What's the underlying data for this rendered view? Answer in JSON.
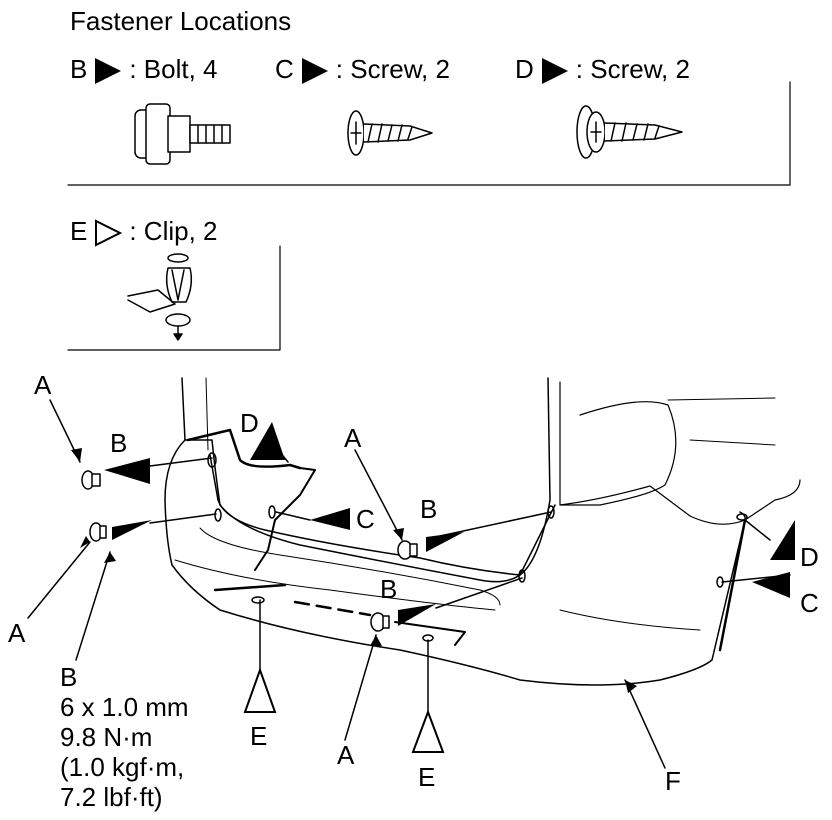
{
  "header": {
    "title": "Fastener Locations"
  },
  "legend": {
    "b": {
      "letter": "B",
      "text": ": Bolt, 4"
    },
    "c": {
      "letter": "C",
      "text": ": Screw, 2"
    },
    "d": {
      "letter": "D",
      "text": ": Screw, 2"
    },
    "e": {
      "letter": "E",
      "text": ": Clip, 2"
    }
  },
  "callouts": {
    "a": "A",
    "b": "B",
    "c": "C",
    "d": "D",
    "e": "E",
    "f": "F"
  },
  "spec": {
    "letter": "B",
    "size": "6 x 1.0 mm",
    "torque_nm": "9.8 N·m",
    "torque_kgf": "(1.0 kgf·m,",
    "torque_lbf": "7.2 lbf·ft)"
  },
  "colors": {
    "ink": "#000000",
    "paper": "#ffffff"
  }
}
